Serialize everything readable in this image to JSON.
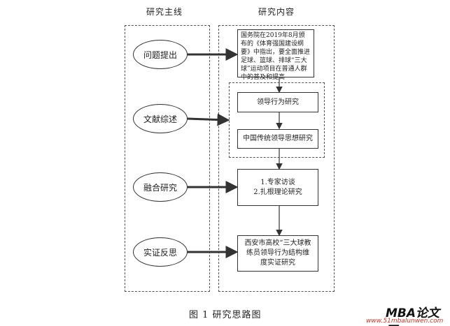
{
  "columns": {
    "main_line_title": "研究主线",
    "content_title": "研究内容"
  },
  "stages": [
    {
      "label": "问题提出"
    },
    {
      "label": "文献综述"
    },
    {
      "label": "融合研究"
    },
    {
      "label": "实证反思"
    }
  ],
  "content": {
    "problem_text": "国务院在2019年8月颁布的《体育强国建设纲要》中指出，要全面推进足球、篮球、排球“三大球”运动项目在普通人群中的普及和提高",
    "leadership_behavior": "领导行为研究",
    "chinese_leadership": "中国传统领导思想研究",
    "fusion_line1": "1.专家访谈",
    "fusion_line2": "2.扎根理论研究",
    "empirical_text": "西安市高校“三大球教练员领导行为结构维度实证研究"
  },
  "caption": "图 1   研究思路图",
  "watermark": {
    "line1": "MBA论文网",
    "line2": "www.51mbalunwen.com"
  }
}
